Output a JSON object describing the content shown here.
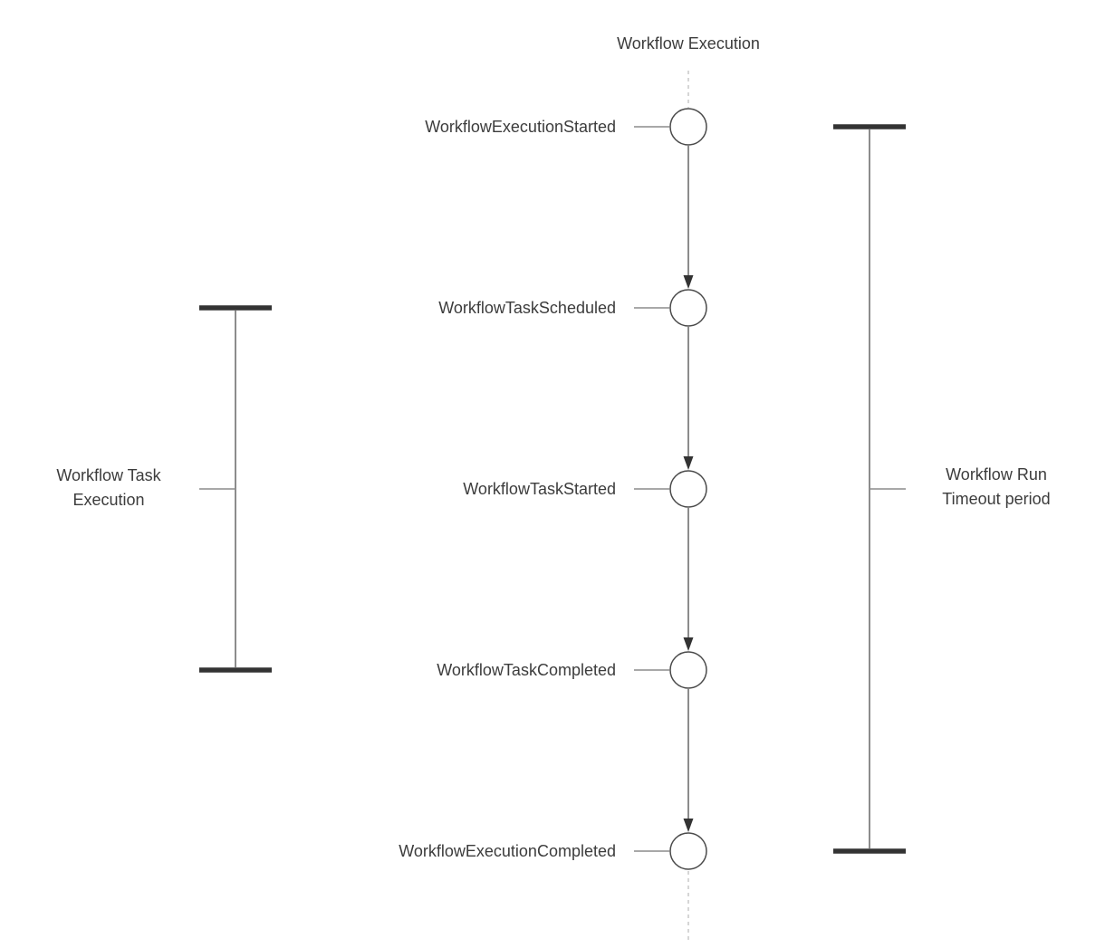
{
  "diagram": {
    "title": "Workflow Execution",
    "events": [
      {
        "label": "WorkflowExecutionStarted"
      },
      {
        "label": "WorkflowTaskScheduled"
      },
      {
        "label": "WorkflowTaskStarted"
      },
      {
        "label": "WorkflowTaskCompleted"
      },
      {
        "label": "WorkflowExecutionCompleted"
      }
    ],
    "brackets": {
      "left": {
        "lines": [
          "Workflow Task",
          "Execution"
        ]
      },
      "right": {
        "lines": [
          "Workflow Run",
          "Timeout period"
        ]
      }
    },
    "colors": {
      "background": "#ffffff",
      "text": "#3c3c3c",
      "connector_line": "#8c8c8c",
      "node_fill": "#ffffff",
      "node_stroke": "#4a4a4a",
      "arrowhead": "#333333",
      "bracket_bar": "#333333",
      "dashed_lifeline": "#c9c9c9"
    }
  }
}
